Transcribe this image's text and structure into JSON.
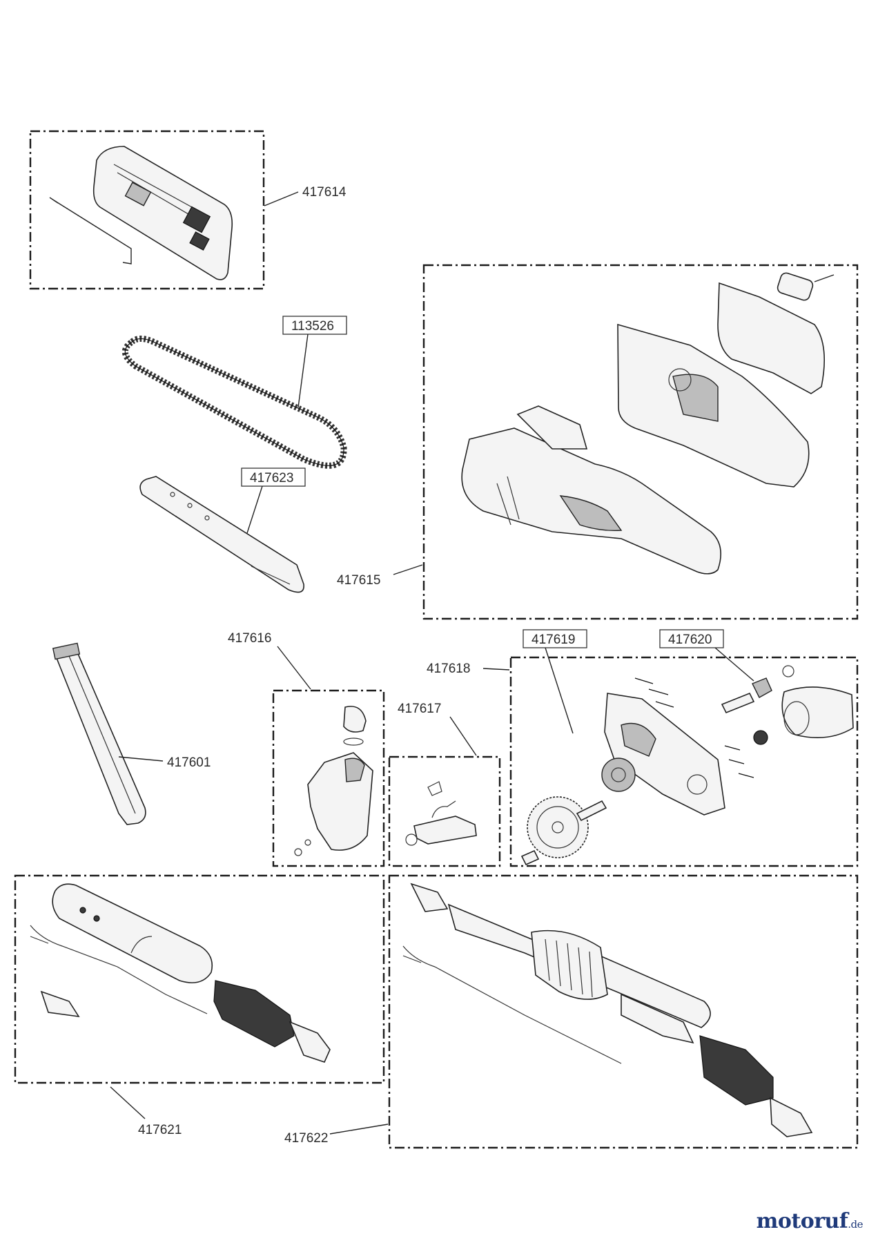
{
  "labels": {
    "p417614": "417614",
    "p113526": "113526",
    "p417623": "417623",
    "p417615": "417615",
    "p417616": "417616",
    "p417617": "417617",
    "p417618": "417618",
    "p417619": "417619",
    "p417620": "417620",
    "p417601": "417601",
    "p417621": "417621",
    "p417622": "417622"
  },
  "brand": {
    "name": "motoruf",
    "suffix": ".de"
  },
  "colors": {
    "line": "#1a1a1a",
    "brand": "#1f3a7a"
  }
}
